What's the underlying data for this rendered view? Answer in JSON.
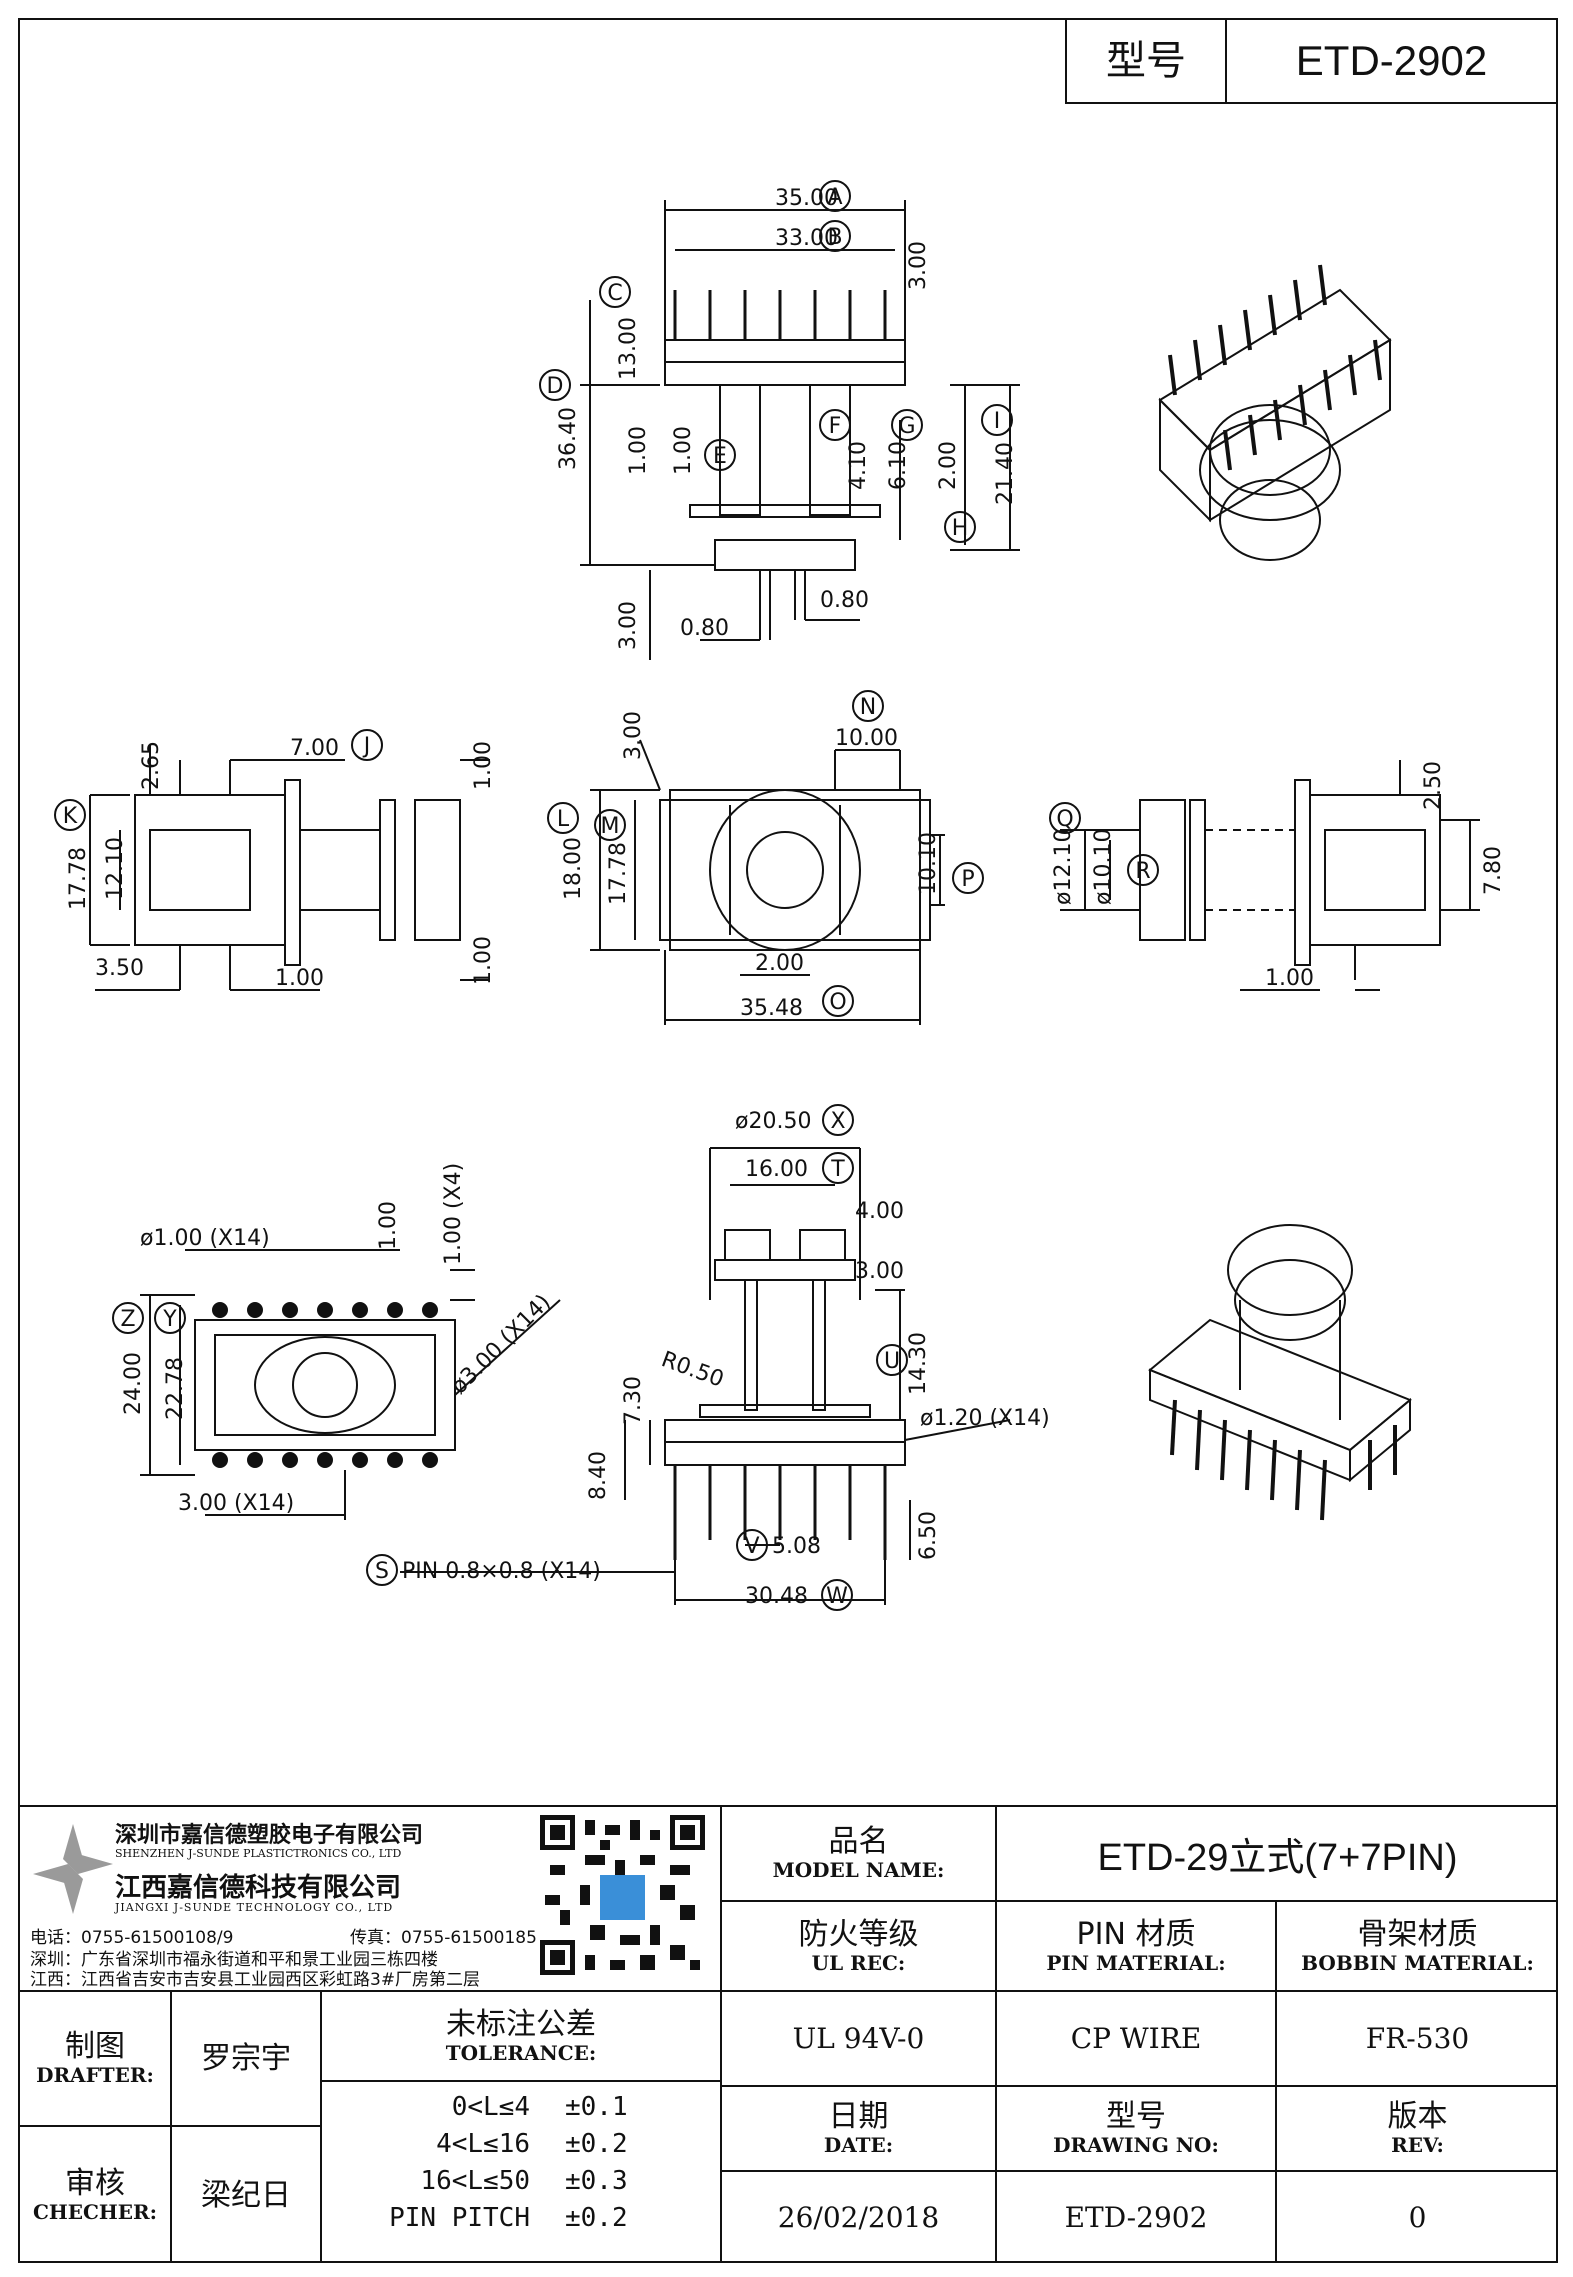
{
  "header": {
    "model_label": "型号",
    "model_value": "ETD-2902"
  },
  "views": {
    "front": {
      "dims": [
        "35.00",
        "33.00",
        "3.00",
        "13.00",
        "36.40",
        "1.00",
        "1.00",
        "4.10",
        "6.10",
        "2.00",
        "21.40",
        "3.00",
        "0.80",
        "0.80"
      ],
      "labels": [
        "A",
        "B",
        "C",
        "D",
        "E",
        "F",
        "G",
        "H",
        "I"
      ]
    },
    "side_left": {
      "dims": [
        "7.00",
        "2.65",
        "1.00",
        "17.78",
        "12.10",
        "3.50",
        "1.00",
        "1.00"
      ],
      "labels": [
        "J",
        "K"
      ]
    },
    "top": {
      "dims": [
        "3.00",
        "10.00",
        "18.00",
        "17.78",
        "10.10",
        "2.00",
        "35.48"
      ],
      "labels": [
        "L",
        "M",
        "N",
        "O",
        "P"
      ]
    },
    "side_right": {
      "dims": [
        "2.50",
        "ø12.10",
        "ø10.10",
        "7.80",
        "1.00"
      ],
      "labels": [
        "Q",
        "R"
      ]
    },
    "bottom": {
      "dims": [
        "ø1.00 (X14)",
        "1.00",
        "1.00 (X4)",
        "24.00",
        "22.78",
        "ø3.00 (X14)",
        "3.00 (X14)"
      ],
      "labels": [
        "Y",
        "Z"
      ]
    },
    "pin_view": {
      "dims": [
        "ø20.50",
        "16.00",
        "4.00",
        "3.00",
        "14.30",
        "R0.50",
        "7.30",
        "ø1.20 (X14)",
        "8.40",
        "5.08",
        "6.50",
        "PIN 0.8×0.8 (X14)",
        "30.48"
      ],
      "labels": [
        "X",
        "T",
        "U",
        "V",
        "S",
        "W"
      ]
    }
  },
  "company": {
    "name_cn_1": "深圳市嘉信德塑胶电子有限公司",
    "name_en_1": "SHENZHEN J-SUNDE PLASTICTRONICS CO., LTD",
    "name_cn_2": "江西嘉信德科技有限公司",
    "name_en_2": "JIANGXI J-SUNDE TECHNOLOGY CO., LTD",
    "tel": "电话：0755-61500108/9",
    "fax": "传真：0755-61500185",
    "addr_sz": "深圳：广东省深圳市福永街道和平和景工业园三栋四楼",
    "addr_jx": "江西：江西省吉安市吉安县工业园西区彩虹路3#厂房第二层"
  },
  "title_block": {
    "model_name_cn": "品名",
    "model_name_en": "MODEL NAME:",
    "model_name_value": "ETD-29立式(7+7PIN)",
    "ul_cn": "防火等级",
    "ul_en": "UL REC:",
    "pin_mat_cn": "PIN 材质",
    "pin_mat_en": "PIN MATERIAL:",
    "bobbin_cn": "骨架材质",
    "bobbin_en": "BOBBIN MATERIAL:",
    "ul_value": "UL 94V-0",
    "pin_value": "CP WIRE",
    "bobbin_value": "FR-530",
    "date_cn": "日期",
    "date_en": "DATE:",
    "drawing_cn": "型号",
    "drawing_en": "DRAWING NO:",
    "rev_cn": "版本",
    "rev_en": "REV:",
    "date_value": "26/02/2018",
    "drawing_value": "ETD-2902",
    "rev_value": "0",
    "drafter_cn": "制图",
    "drafter_en": "DRAFTER:",
    "drafter_name": "罗宗宇",
    "checker_cn": "审核",
    "checker_en": "CHECHER:",
    "checker_name": "梁纪日",
    "tolerance_cn": "未标注公差",
    "tolerance_en": "TOLERANCE:",
    "tolerances": [
      {
        "range": "0<L≤4",
        "value": "±0.1"
      },
      {
        "range": "4<L≤16",
        "value": "±0.2"
      },
      {
        "range": "16<L≤50",
        "value": "±0.3"
      },
      {
        "range": "PIN PITCH",
        "value": "±0.2"
      }
    ]
  },
  "colors": {
    "ink": "#111111",
    "qr_accent": "#3a8fd8",
    "logo_gray": "#9a9a9a"
  }
}
